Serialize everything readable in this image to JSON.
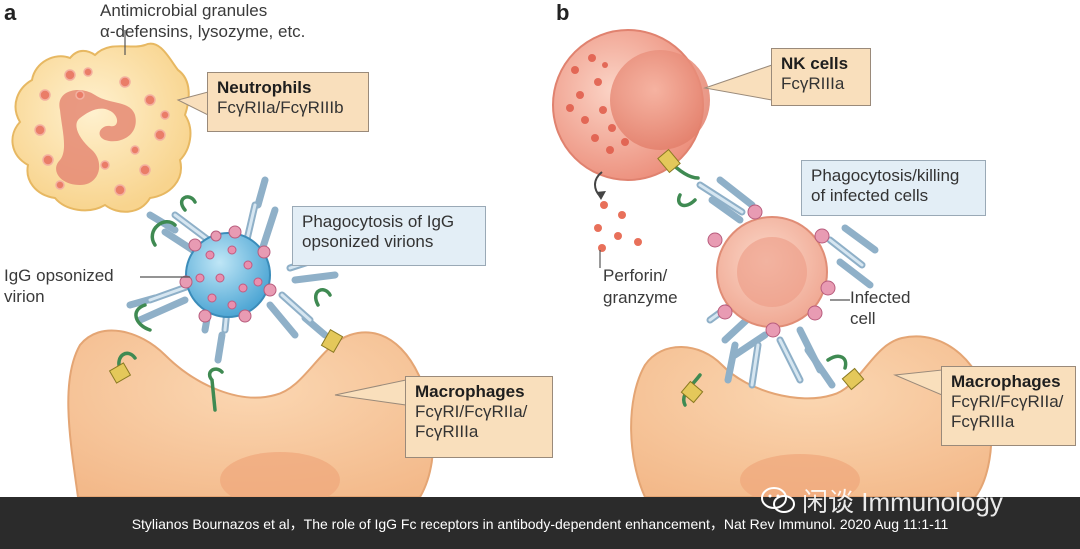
{
  "panel_a": {
    "letter": "a",
    "granules_line1": "Antimicrobial granules",
    "granules_line2": "α-defensins, lysozyme, etc.",
    "neutrophils_title": "Neutrophils",
    "neutrophils_receptors": "FcγRIIa/FcγRIIIb",
    "phagocytosis_line1": "Phagocytosis of IgG",
    "phagocytosis_line2": "opsonized virions",
    "virion_line1": "IgG opsonized",
    "virion_line2": "virion",
    "macrophages_title": "Macrophages",
    "macrophages_receptors_line1": "FcγRI/FcγRIIa/",
    "macrophages_receptors_line2": "FcγRIIIa"
  },
  "panel_b": {
    "letter": "b",
    "nk_title": "NK cells",
    "nk_receptors": "FcγRIIIa",
    "killing_line1": "Phagocytosis/killing",
    "killing_line2": "of infected cells",
    "perforin_line1": "Perforin/",
    "perforin_line2": "granzyme",
    "infected_line1": "Infected",
    "infected_line2": "cell",
    "macrophages_title": "Macrophages",
    "macrophages_receptors_line1": "FcγRI/FcγRIIa/",
    "macrophages_receptors_line2": "FcγRIIIa"
  },
  "footer": {
    "citation": "Stylianos Bournazos et al，The role of IgG Fc receptors in antibody-dependent enhancement，Nat Rev Immunol. 2020 Aug 11:1-11",
    "watermark": "闲谈 Immunology"
  },
  "colors": {
    "cell_orange": "#f6c89f",
    "neutrophil_fill": "#fde6b5",
    "granule_red": "#e8735f",
    "nk_cell": "#f3a08f",
    "antibody_blue": "#a9c6dc",
    "receptor_green": "#3f8a52",
    "virion_blue": "#6cb8dc",
    "antigen_pink": "#e89bb3",
    "footer_bg": "#2b2b2b"
  }
}
